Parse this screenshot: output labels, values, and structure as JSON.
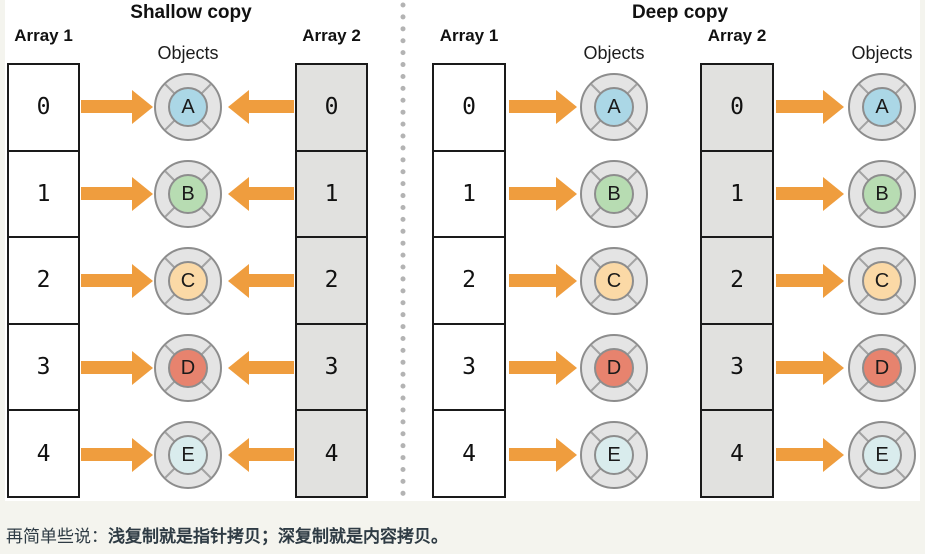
{
  "shallow": {
    "title": "Shallow copy",
    "array1": {
      "label": "Array 1",
      "cells": [
        "0",
        "1",
        "2",
        "3",
        "4"
      ]
    },
    "array2": {
      "label": "Array 2",
      "cells": [
        "0",
        "1",
        "2",
        "3",
        "4"
      ]
    },
    "objects": {
      "label": "Objects",
      "items": [
        {
          "letter": "A",
          "color": "#abd7e6"
        },
        {
          "letter": "B",
          "color": "#b7dcb2"
        },
        {
          "letter": "C",
          "color": "#fbd9a6"
        },
        {
          "letter": "D",
          "color": "#e7836e"
        },
        {
          "letter": "E",
          "color": "#d9eced"
        }
      ]
    }
  },
  "deep": {
    "title": "Deep copy",
    "array1": {
      "label": "Array 1",
      "cells": [
        "0",
        "1",
        "2",
        "3",
        "4"
      ]
    },
    "array2": {
      "label": "Array 2",
      "cells": [
        "0",
        "1",
        "2",
        "3",
        "4"
      ]
    },
    "objects1": {
      "label": "Objects",
      "items": [
        {
          "letter": "A",
          "color": "#abd7e6"
        },
        {
          "letter": "B",
          "color": "#b7dcb2"
        },
        {
          "letter": "C",
          "color": "#fbd9a6"
        },
        {
          "letter": "D",
          "color": "#e7836e"
        },
        {
          "letter": "E",
          "color": "#d9eced"
        }
      ]
    },
    "objects2": {
      "label": "Objects",
      "items": [
        {
          "letter": "A",
          "color": "#abd7e6"
        },
        {
          "letter": "B",
          "color": "#b7dcb2"
        },
        {
          "letter": "C",
          "color": "#fbd9a6"
        },
        {
          "letter": "D",
          "color": "#e7836e"
        },
        {
          "letter": "E",
          "color": "#d9eced"
        }
      ]
    }
  },
  "footer": {
    "prefix": "再简单些说：",
    "emphasis": "浅复制就是指针拷贝；深复制就是内容拷贝。"
  },
  "colors": {
    "arrow": "#ef9d3e",
    "array2_cell_fill": "#e1e1df",
    "ring_fill": "#e4e4e4",
    "ring_border": "#8d8d8d",
    "black_border": "#1a1a1a",
    "divider_dot": "#b3b3b3",
    "page_background": "#f4f4ee",
    "canvas_background": "#ffffff",
    "footer_text": "#2e3b44"
  }
}
